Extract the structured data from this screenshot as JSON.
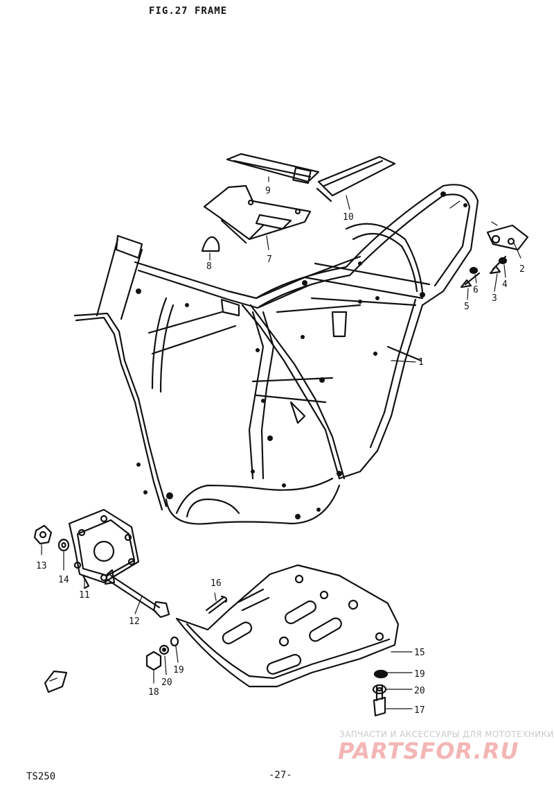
{
  "header": {
    "title": "FIG.27  FRAME"
  },
  "footer": {
    "model": "TS250",
    "page": "-27-"
  },
  "watermark": {
    "tagline": "ЗАПЧАСТИ И АКСЕССУАРЫ ДЛЯ МОТОТЕХНИКИ",
    "logo": "PARTSFOR.RU"
  },
  "callouts": {
    "c1": "1",
    "c2": "2",
    "c3": "3",
    "c4": "4",
    "c5": "5",
    "c6": "6",
    "c7": "7",
    "c8": "8",
    "c9": "9",
    "c10": "10",
    "c11": "11",
    "c12": "12",
    "c13": "13",
    "c14": "14",
    "c15": "15",
    "c16": "16",
    "c17": "17",
    "c18": "18",
    "c19a": "19",
    "c19b": "19",
    "c20a": "20",
    "c20b": "20"
  },
  "icons": {
    "front_arrow": "front-direction-arrow-icon"
  }
}
